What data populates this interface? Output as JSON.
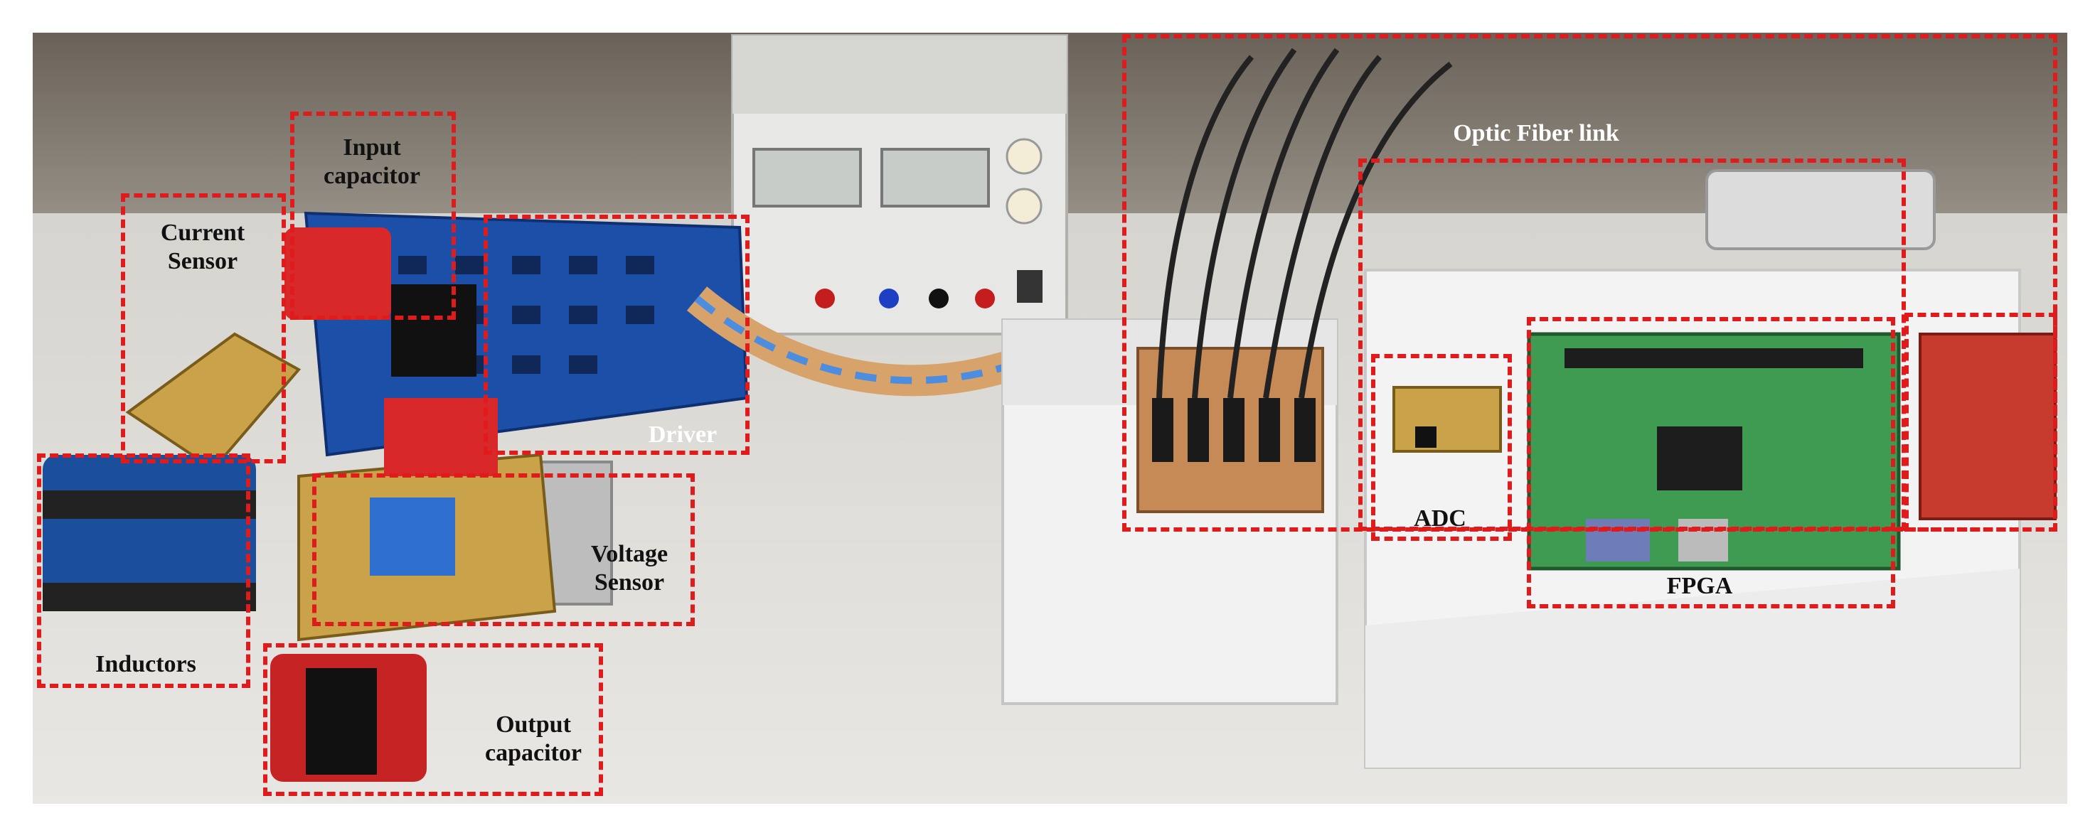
{
  "labels": {
    "input_capacitor": [
      "Input",
      "capacitor"
    ],
    "current_sensor": [
      "Current",
      "Sensor"
    ],
    "driver": "Driver",
    "optic_fiber_link": "Optic Fiber link",
    "adc": "ADC",
    "fpga": "FPGA",
    "voltage_sensor": [
      "Voltage",
      "Sensor"
    ],
    "inductors": "Inductors",
    "output_capacitor": [
      "Output",
      "capacitor"
    ]
  },
  "colors": {
    "annotation_box": "#e01b1b",
    "pcb_blue": "#1c4fa8",
    "pcb_green": "#3f9a52",
    "pcb_yellow": "#c9a24a",
    "box_white": "#f2f2f2",
    "capacitor_red": "#d8282a"
  }
}
